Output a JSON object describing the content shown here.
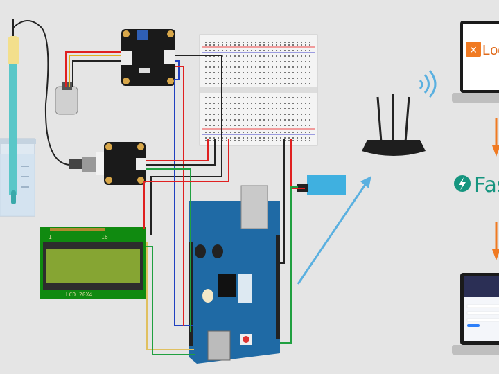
{
  "diagram": {
    "lcd": {
      "pin_first": "1",
      "pin_last": "16",
      "label": "LCD 20X4"
    },
    "server_laptop": {
      "app_name": "Loc",
      "logo_color": "#f07a22"
    },
    "api": {
      "name": "Fas",
      "brand_color": "#15957f"
    },
    "colors": {
      "arduino": "#1f6aa5",
      "wifi": "#5ab0e0",
      "flow_arrow": "#f07a22",
      "lcd_screen": "#86a533",
      "lcd_board": "#108a10"
    }
  }
}
